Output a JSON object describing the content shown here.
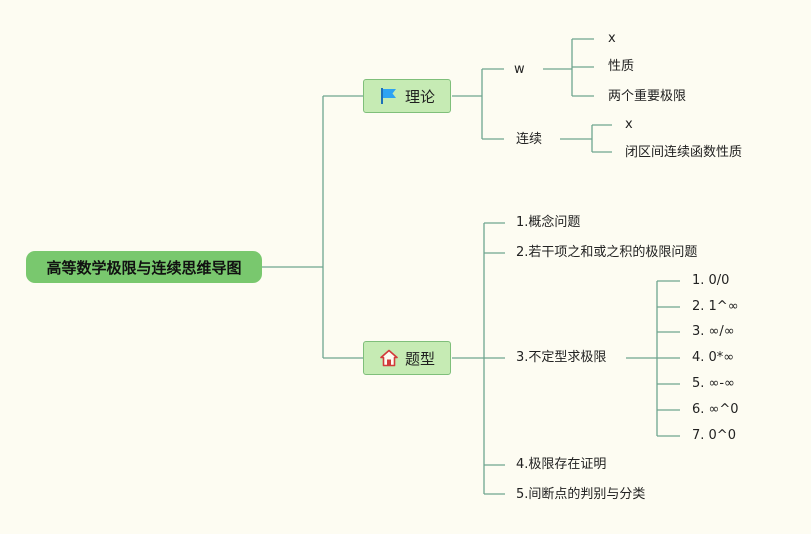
{
  "root": {
    "label": "高等数学极限与连续思维导图"
  },
  "branches": [
    {
      "label": "理论",
      "icon": "flag-icon",
      "children": [
        {
          "label": "w",
          "children": [
            "x",
            "性质",
            "两个重要极限"
          ]
        },
        {
          "label": "连续",
          "children": [
            "x",
            "闭区间连续函数性质"
          ]
        }
      ]
    },
    {
      "label": "题型",
      "icon": "house-icon",
      "children": [
        {
          "label": "1.概念问题"
        },
        {
          "label": "2.若干项之和或之积的极限问题"
        },
        {
          "label": "3.不定型求极限",
          "children": [
            "1. 0/0",
            "2. 1^∞",
            "3. ∞/∞",
            "4. 0*∞",
            "5. ∞-∞",
            "6. ∞^0",
            "7. 0^0"
          ]
        },
        {
          "label": "4.极限存在证明"
        },
        {
          "label": "5.间断点的判别与分类"
        }
      ]
    }
  ],
  "colors": {
    "line": "#6fa58f",
    "root": "#79c86e",
    "branch": "#c6ebb4",
    "background": "#fdfcf2"
  }
}
